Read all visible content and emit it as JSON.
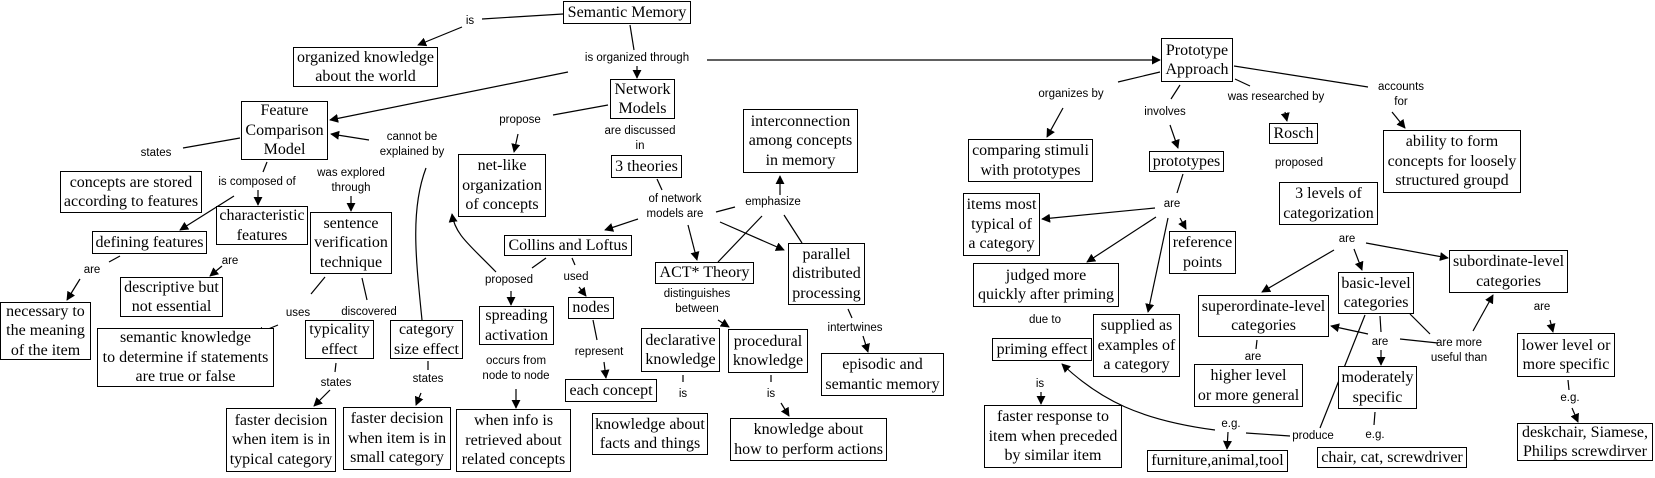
{
  "nodes": {
    "semantic_memory": "Semantic Memory",
    "organized_knowledge": "organized knowledge\nabout the world",
    "feature_comparison": "Feature\nComparison\nModel",
    "network_models": "Network\nModels",
    "net_like": "net-like\norganization\nof concepts",
    "three_theories": "3 theories",
    "interconnection": "interconnection\namong concepts\nin memory",
    "concepts_stored": "concepts are stored\naccording to features",
    "characteristic_features": "characteristic\nfeatures",
    "sentence_verification": "sentence\nverification\ntechnique",
    "defining_features": "defining features",
    "descriptive": "descriptive but\nnot essential",
    "necessary": "necessary to\nthe meaning\nof the item",
    "semantic_knowledge": "semantic knowledge\nto determine if statements\nare true or false",
    "typicality_effect": "typicality\neffect",
    "category_size_effect": "category\nsize effect",
    "faster_typical": "faster decision\nwhen item is in\ntypical category",
    "faster_small": "faster decision\nwhen item is in\nsmall category",
    "collins_loftus": "Collins and Loftus",
    "spreading_activation": "spreading\nactivation",
    "nodes": "nodes",
    "each_concept": "each concept",
    "when_info": "when info is\nretrieved about\nrelated concepts",
    "act_theory": "ACT* Theory",
    "declarative": "declarative\nknowledge",
    "procedural": "procedural\nknowledge",
    "facts_things": "knowledge about\nfacts and things",
    "perform_actions": "knowledge about\nhow to perform actions",
    "pdp": "parallel\ndistributed\nprocessing",
    "episodic_semantic": "episodic and\nsemantic memory",
    "prototype_approach": "Prototype\nApproach",
    "comparing_stimuli": "comparing stimuli\nwith prototypes",
    "prototypes": "prototypes",
    "rosch": "Rosch",
    "three_levels": "3 levels of\ncategorization",
    "ability": "ability to form\nconcepts for loosely\nstructured groupd",
    "items_typical": "items most\ntypical of\na category",
    "reference_points": "reference\npoints",
    "judged_quickly": "judged more\nquickly after priming",
    "supplied_examples": "supplied as\nexamples of\na category",
    "priming_effect": "priming effect",
    "faster_response": "faster response to\nitem when preceded\nby similar item",
    "superordinate": "superordinate-level\ncategories",
    "higher_level": "higher level\nor more general",
    "furniture": "furniture,animal,tool",
    "basic_level": "basic-level\ncategories",
    "moderately_specific": "moderately\nspecific",
    "chair_cat": "chair, cat, screwdriver",
    "subordinate": "subordinate-level\ncategories",
    "lower_level": "lower level or\nmore specific",
    "deskchair": "deskchair, Siamese,\nPhilips screwdirver"
  },
  "links": {
    "is_1": "is",
    "is_organized_through": "is organized through",
    "propose": "propose",
    "are_discussed_in": "are discussed\nin",
    "of_network_models_are": "of network\nmodels are",
    "emphasize": "emphasize",
    "states_1": "states",
    "is_composed_of": "is composed of",
    "was_explored_through": "was explored\nthrough",
    "cannot_be_explained_by": "cannot be\nexplained by",
    "are_1": "are",
    "are_2": "are",
    "uses": "uses",
    "discovered": "discovered",
    "states_2": "states",
    "states_3": "states",
    "proposed_1": "proposed",
    "used": "used",
    "represent": "represent",
    "occurs_from": "occurs from\nnode to node",
    "distinguishes_between": "distinguishes\nbetween",
    "is_2": "is",
    "is_3": "is",
    "intertwines": "intertwines",
    "organizes_by": "organizes by",
    "involves": "involves",
    "was_researched_by": "was researched by",
    "accounts_for": "accounts\nfor",
    "proposed_2": "proposed",
    "are_3": "are",
    "are_4": "are",
    "due_to": "due to",
    "is_4": "is",
    "are_5": "are",
    "eg_1": "e.g.",
    "produce": "produce",
    "are_6": "are",
    "are_more_useful_than": "are more\nuseful than",
    "eg_2": "e.g.",
    "are_7": "are",
    "eg_3": "e.g."
  }
}
